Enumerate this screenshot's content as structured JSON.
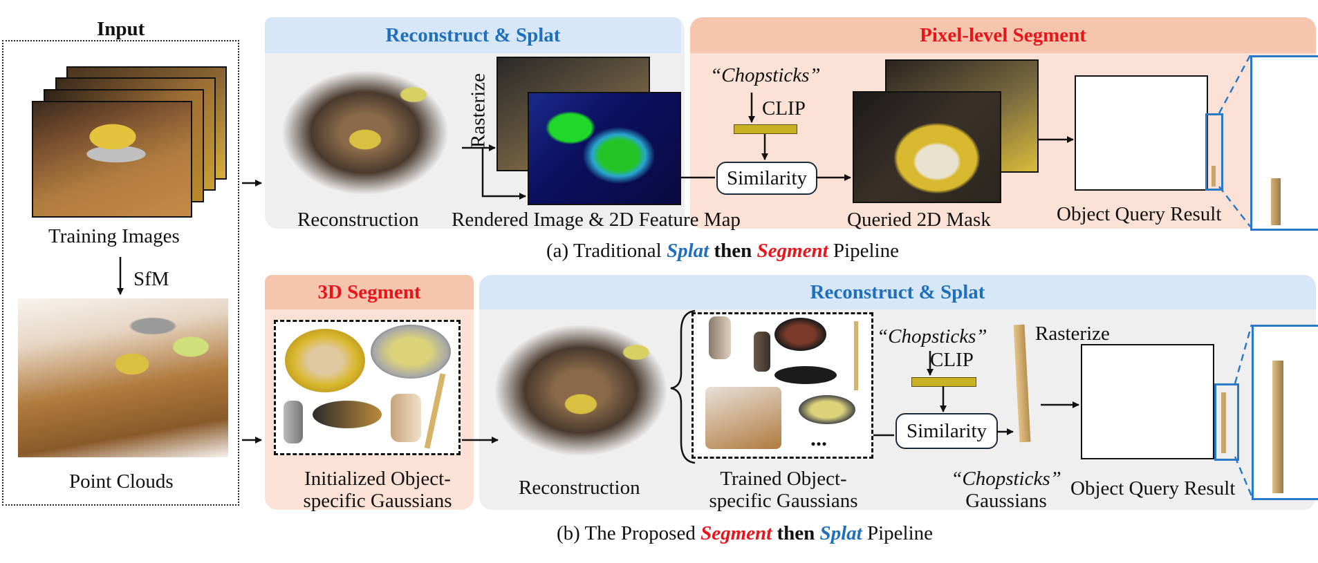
{
  "input": {
    "title": "Input",
    "training_images_label": "Training Images",
    "sfm_label": "SfM",
    "point_clouds_label": "Point Clouds"
  },
  "top": {
    "splat_header": "Reconstruct & Splat",
    "segment_header": "Pixel-level Segment",
    "rasterize_label": "Rasterize",
    "reconstruction_label": "Reconstruction",
    "rendered_label": "Rendered Image & 2D Feature Map",
    "query_text": "“Chopsticks”",
    "clip_label": "CLIP",
    "similarity_label": "Similarity",
    "queried_mask_label": "Queried 2D Mask",
    "object_query_label": "Object Query Result",
    "caption_prefix": "(a) Traditional ",
    "caption_splat": "Splat",
    "caption_then": " then ",
    "caption_segment": "Segment",
    "caption_suffix": " Pipeline"
  },
  "bottom": {
    "segment_header": "3D Segment",
    "splat_header": "Reconstruct & Splat",
    "initialized_label_1": "Initialized Object-",
    "initialized_label_2": "specific Gaussians",
    "reconstruction_label": "Reconstruction",
    "trained_label_1": "Trained Object-",
    "trained_label_2": "specific Gaussians",
    "ellipsis": "...",
    "query_text": "“Chopsticks”",
    "clip_label": "CLIP",
    "similarity_label": "Similarity",
    "rasterize_label": "Rasterize",
    "gaussians_label_1": "“Chopsticks”",
    "gaussians_label_2": "Gaussians",
    "object_query_label": "Object Query Result",
    "caption_prefix": "(b) The Proposed ",
    "caption_segment": "Segment",
    "caption_then": " then ",
    "caption_splat": "Splat",
    "caption_suffix": " Pipeline"
  },
  "colors": {
    "splat_blue": "#1f6fbd",
    "segment_red": "#e8151b",
    "panel_gray": "#efefef",
    "panel_pink": "#fbe1d6",
    "header_blue": "#d7e7f7",
    "header_pink": "#f6c5ad",
    "clip_bar": "#c9b224",
    "zoom_frame": "#2a79c6"
  }
}
